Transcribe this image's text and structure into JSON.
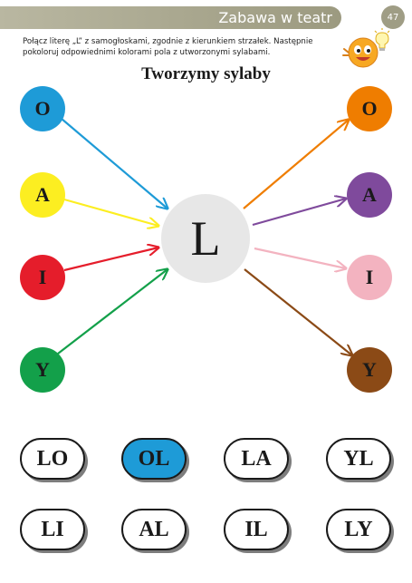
{
  "header": {
    "title": "Zabawa w teatr",
    "page_number": "47"
  },
  "instruction": "Połącz literę „L” z samogłoskami, zgodnie z kierunkiem strzałek. Następnie pokoloruj odpowiednimi kolorami pola z utworzonymi sylabami.",
  "title": "Tworzymy sylaby",
  "center_letter": "L",
  "left_vowels": [
    {
      "letter": "O",
      "color": "#1e9bd7"
    },
    {
      "letter": "A",
      "color": "#fcee21"
    },
    {
      "letter": "I",
      "color": "#e51d2b"
    },
    {
      "letter": "Y",
      "color": "#13a04a"
    }
  ],
  "right_vowels": [
    {
      "letter": "O",
      "color": "#ef7d00"
    },
    {
      "letter": "A",
      "color": "#7f4a9c"
    },
    {
      "letter": "I",
      "color": "#f3b3c0"
    },
    {
      "letter": "Y",
      "color": "#8b4a16"
    }
  ],
  "syllables": [
    {
      "text": "LO",
      "fill": "#ffffff"
    },
    {
      "text": "OL",
      "fill": "#1e9bd7"
    },
    {
      "text": "LA",
      "fill": "#ffffff"
    },
    {
      "text": "YL",
      "fill": "#ffffff"
    },
    {
      "text": "LI",
      "fill": "#ffffff"
    },
    {
      "text": "AL",
      "fill": "#ffffff"
    },
    {
      "text": "IL",
      "fill": "#ffffff"
    },
    {
      "text": "LY",
      "fill": "#ffffff"
    }
  ]
}
